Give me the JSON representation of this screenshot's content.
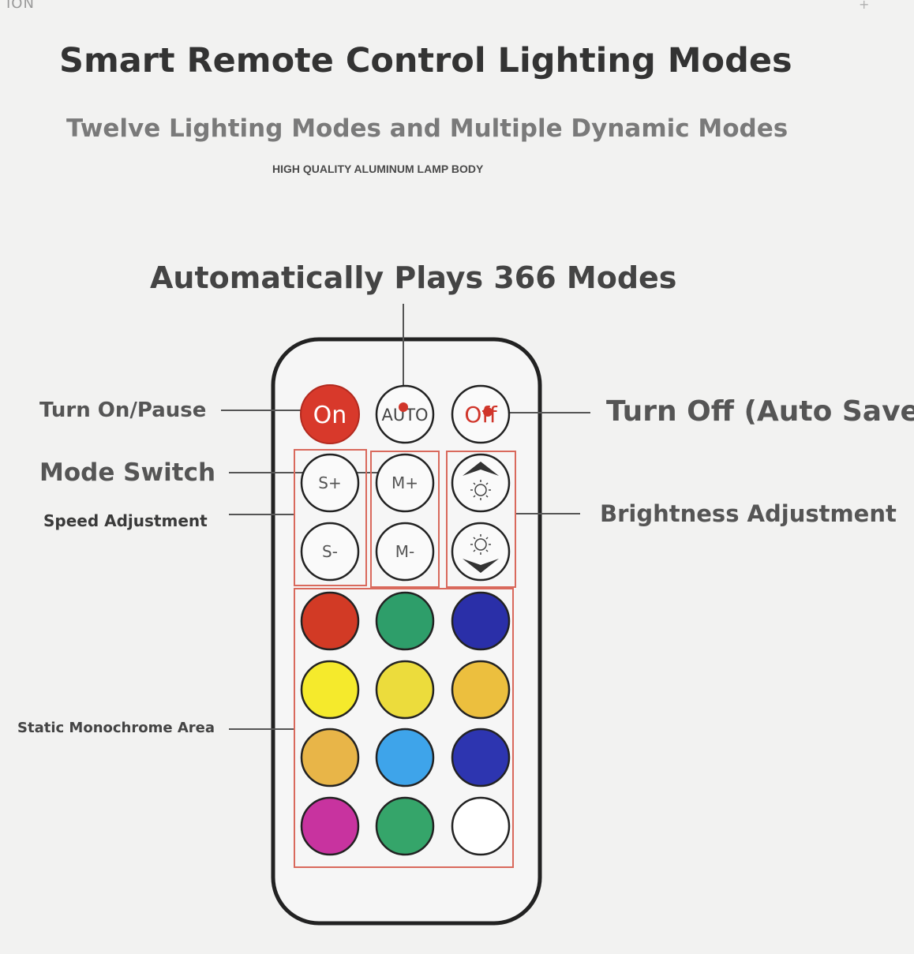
{
  "corner_text": "ION",
  "corner_plus": "+",
  "title": "Smart Remote Control Lighting Modes",
  "subtitle": "Twelve Lighting Modes and Multiple Dynamic Modes",
  "caption": "HIGH QUALITY ALUMINUM LAMP BODY",
  "auto_heading": "Automatically Plays 366 Modes",
  "labels": {
    "turn_on": "Turn On/Pause",
    "mode_switch": "Mode Switch",
    "speed": "Speed Adjustment",
    "static": "Static Monochrome Area",
    "turn_off": "Turn Off (Auto Save)",
    "brightness": "Brightness Adjustment"
  },
  "buttons": {
    "on": "On",
    "auto": "AUTO",
    "off": "Off",
    "speed_up": "S+",
    "speed_down": "S-",
    "mode_up": "M+",
    "mode_down": "M-"
  },
  "color_buttons": [
    "#d23a25",
    "#2e9e6a",
    "#2a2fa8",
    "#f5ea2c",
    "#ecdc3c",
    "#ecbf3e",
    "#e8b548",
    "#3ea4ea",
    "#2d35b0",
    "#c8339f",
    "#35a56a",
    "#ffffff"
  ],
  "colors": {
    "highlight_box": "#d9695c",
    "on_button": "#d8392b",
    "remote_border": "#222222",
    "remote_body": "#f6f6f6"
  }
}
